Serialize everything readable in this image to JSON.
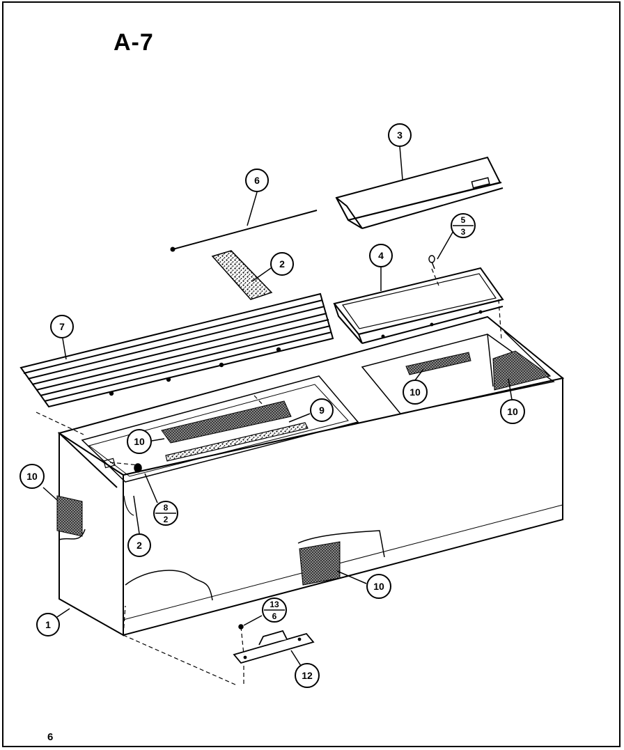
{
  "sheet": {
    "title": "A-7",
    "page_number": "6"
  },
  "callouts": [
    {
      "id": "c1",
      "label": "1"
    },
    {
      "id": "c2a",
      "label": "2"
    },
    {
      "id": "c2b",
      "label": "2"
    },
    {
      "id": "c3",
      "label": "3"
    },
    {
      "id": "c4",
      "label": "4"
    },
    {
      "id": "c6",
      "label": "6"
    },
    {
      "id": "c7",
      "label": "7"
    },
    {
      "id": "c9",
      "label": "9"
    },
    {
      "id": "c10a",
      "label": "10"
    },
    {
      "id": "c10b",
      "label": "10"
    },
    {
      "id": "c10c",
      "label": "10"
    },
    {
      "id": "c10d",
      "label": "10"
    },
    {
      "id": "c10e",
      "label": "10"
    },
    {
      "id": "c12",
      "label": "12"
    }
  ],
  "fraction_callouts": [
    {
      "id": "f53",
      "top": "5",
      "bottom": "3"
    },
    {
      "id": "f82",
      "top": "8",
      "bottom": "2"
    },
    {
      "id": "f136",
      "top": "13",
      "bottom": "6"
    }
  ],
  "colors": {
    "ink": "#000000",
    "paper": "#ffffff",
    "insulation": "#555555"
  }
}
